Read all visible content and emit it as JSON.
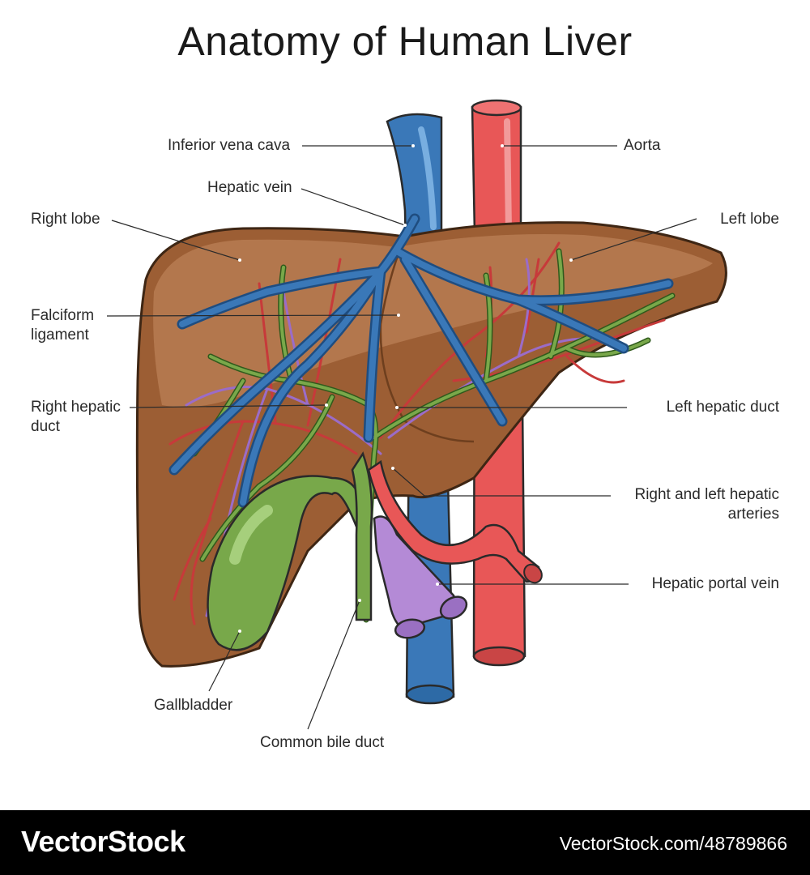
{
  "title": "Anatomy of Human Liver",
  "labels": {
    "inferior_vena_cava": "Inferior vena cava",
    "aorta": "Aorta",
    "hepatic_vein": "Hepatic vein",
    "right_lobe": "Right lobe",
    "left_lobe": "Left lobe",
    "falciform_line1": "Falciform",
    "falciform_line2": "ligament",
    "right_hepatic_duct_line1": "Right hepatic",
    "right_hepatic_duct_line2": "duct",
    "left_hepatic_duct": "Left hepatic duct",
    "arteries_line1": "Right and left hepatic",
    "arteries_line2": "arteries",
    "portal_vein": "Hepatic portal vein",
    "gallbladder": "Gallbladder",
    "common_bile_duct": "Common bile duct"
  },
  "footer": {
    "brand": "VectorStock",
    "image_code": "VectorStock.com/48789866"
  },
  "colors": {
    "liver": "#9c5e34",
    "liver_highlight": "#b67a50",
    "vein_blue": "#3a78b8",
    "artery_red": "#e05555",
    "duct_green": "#79a84a",
    "portal_purple": "#b48ad6",
    "background": "#ffffff",
    "footer_bg": "#000000"
  }
}
